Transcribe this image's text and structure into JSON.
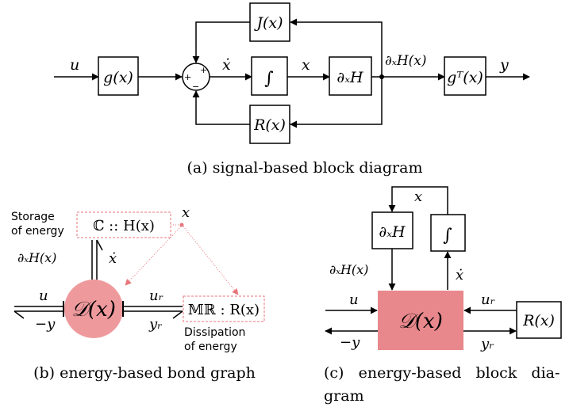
{
  "colors": {
    "line": "#000000",
    "accent": "#e8757a",
    "block_fill": "#e8888c",
    "circle_fill": "#ee9a9d"
  },
  "top_diagram": {
    "caption": "(a) signal-based block diagram",
    "input_label": "u",
    "output_label": "y",
    "g_block": "g(x)",
    "sum_plus_top": "+",
    "sum_plus_left": "+",
    "sum_minus_bottom": "−",
    "xdot_label": "ẋ",
    "integrator": "∫",
    "x_label": "x",
    "dxH_block": "∂ₓH",
    "dxH_signal": "∂ₓH(x)",
    "gT_block": "gᵀ(x)",
    "J_block": "J(x)",
    "R_block": "R(x)"
  },
  "bond_graph": {
    "caption": "(b) energy-based bond graph",
    "storage_note_line1": "Storage",
    "storage_note_line2": "of energy",
    "storage_element": "ℂ :: H(x)",
    "x_label": "x",
    "effort_label": "∂ₓH(x)",
    "flow_label": "ẋ",
    "D_label": "𝒟(x)",
    "u_label": "u",
    "neg_y_label": "−y",
    "ur_label": "uᵣ",
    "yr_label": "yᵣ",
    "dissipation_element": "𝕄ℝ : R(x)",
    "dissipation_note_line1": "Dissipation",
    "dissipation_note_line2": "of energy"
  },
  "block_diagram_c": {
    "caption_line1": "(c)   energy-based   block   dia-",
    "caption_line2": "gram",
    "x_label": "x",
    "dxH_block": "∂ₓH",
    "integrator": "∫",
    "effort_label": "∂ₓH(x)",
    "flow_label": "ẋ",
    "D_label": "𝒟(x)",
    "u_label": "u",
    "neg_y_label": "−y",
    "ur_label": "uᵣ",
    "yr_label": "yᵣ",
    "R_block": "R(x)"
  }
}
